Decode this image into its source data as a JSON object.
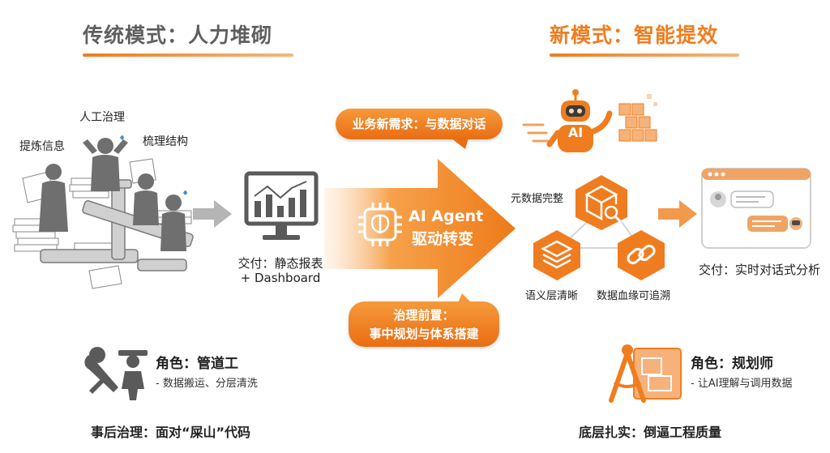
{
  "left": {
    "title": "传统模式：人力堆砌",
    "labels": {
      "extract": "提炼信息",
      "manual": "人工治理",
      "structure": "梳理结构"
    },
    "delivery_line1": "交付：静态报表",
    "delivery_line2": "+ Dashboard",
    "role_title": "角色：管道工",
    "role_desc": "- 数据搬运、分层清洗",
    "bottom": "事后治理：面对“屎山”代码"
  },
  "center": {
    "top_bubble": "业务新需求：与数据对话",
    "arrow_line1": "AI Agent",
    "arrow_line2": "驱动转变",
    "bottom_bubble_line1": "治理前置：",
    "bottom_bubble_line2": "事中规划与体系搭建"
  },
  "right": {
    "title": "新模式：智能提效",
    "robot_badge": "AI",
    "metadata": "元数据完整",
    "semantic": "语义层清晰",
    "lineage": "数据血缘可追溯",
    "delivery": "交付：实时对话式分析",
    "role_title": "角色：规划师",
    "role_desc": "- 让AI理解与调用数据",
    "bottom": "底层扎实：倒逼工程质量"
  },
  "colors": {
    "accent": "#ef7d1f",
    "gray": "#5f5f5f"
  },
  "icons": [
    "people-pipes-icon",
    "monitor-chart-icon",
    "gray-arrow-icon",
    "big-orange-arrow-icon",
    "ai-brain-chip-icon",
    "robot-icon",
    "cube-search-icon",
    "layers-icon",
    "link-icon",
    "chat-window-icon",
    "wrench-figure-icon",
    "compass-blueprint-icon"
  ]
}
